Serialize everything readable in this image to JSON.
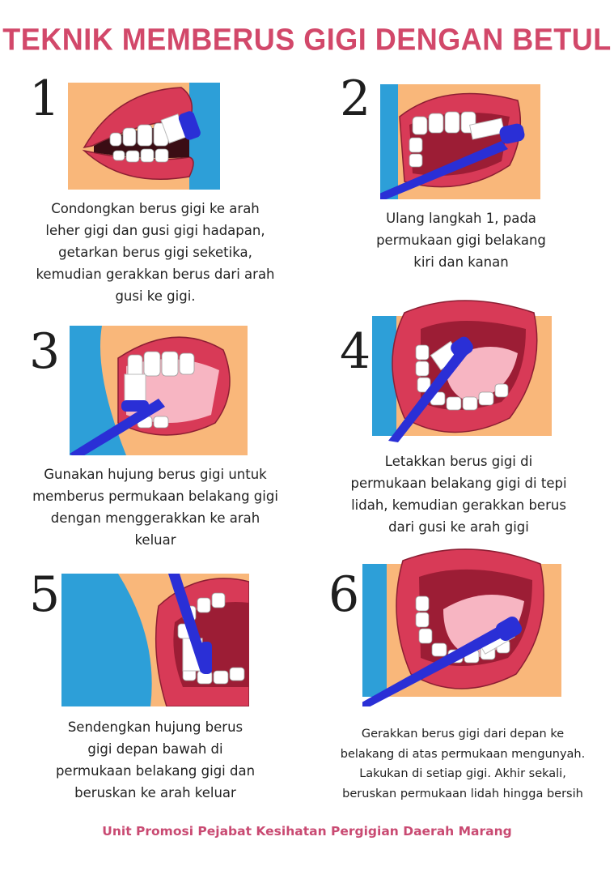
{
  "title": "TEKNIK MEMBERUS GIGI DENGAN BETUL",
  "steps": [
    {
      "number": "1",
      "lines": [
        "Condongkan berus gigi ke arah",
        "leher gigi dan gusi gigi hadapan,",
        "getarkan berus gigi seketika,",
        "kemudian gerakkan berus dari arah",
        "gusi ke gigi."
      ]
    },
    {
      "number": "2",
      "lines": [
        "Ulang langkah 1, pada",
        "permukaan gigi belakang",
        "kiri dan kanan"
      ]
    },
    {
      "number": "3",
      "lines": [
        "Gunakan hujung berus gigi untuk",
        "memberus permukaan belakang gigi",
        "dengan menggerakkan ke arah",
        "keluar"
      ]
    },
    {
      "number": "4",
      "lines": [
        "Letakkan berus gigi di",
        "permukaan belakang gigi di tepi",
        "lidah, kemudian gerakkan berus",
        "dari gusi ke arah gigi"
      ]
    },
    {
      "number": "5",
      "lines": [
        "Sendengkan hujung berus",
        "gigi depan bawah di",
        "permukaan belakang gigi dan",
        "beruskan ke arah keluar"
      ]
    },
    {
      "number": "6",
      "lines": [
        "Gerakkan berus gigi dari depan ke",
        "belakang di atas permukaan mengunyah.",
        "Lakukan di setiap gigi. Akhir sekali,",
        "beruskan permukaan lidah hingga bersih"
      ]
    }
  ],
  "footer": "Unit Promosi Pejabat Kesihatan Pergigian Daerah Marang",
  "colors": {
    "title": "#d2486a",
    "background_orange": "#f9b77a",
    "background_blue": "#2d9fd8",
    "lips": "#d83a57",
    "brush": "#2a2fd6",
    "footer": "#c94a72"
  }
}
